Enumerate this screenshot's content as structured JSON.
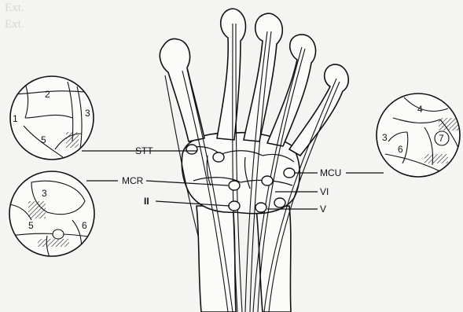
{
  "background_text": [
    "",
    "",
    "",
    "Ext.",
    "",
    "",
    "",
    "",
    "",
    "",
    "",
    "",
    "Ext.",
    "",
    "",
    "",
    "",
    "",
    ""
  ],
  "labels": {
    "stt": "STT",
    "mcr": "MCR",
    "mcu": "MCU",
    "ii": "II",
    "vi": "VI",
    "v": "V"
  },
  "insets": {
    "radial_upper": [
      "1",
      "2",
      "3",
      "5"
    ],
    "radial_lower": [
      "3",
      "5",
      "6"
    ],
    "ulnar": [
      "3",
      "4",
      "6",
      "7"
    ]
  }
}
